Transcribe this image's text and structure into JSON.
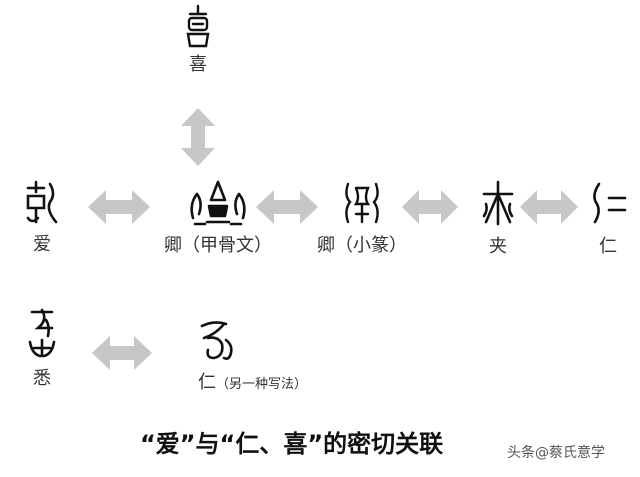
{
  "title": "“爱”与“仁、喜”的密切关联",
  "watermark": "头条@蔡氏意学",
  "nodes": {
    "xi": {
      "label": "喜"
    },
    "ai": {
      "label": "爱"
    },
    "qing_oracle": {
      "label": "卿（甲骨文）"
    },
    "qing_seal": {
      "label": "卿（小篆）"
    },
    "jia": {
      "label": "夹"
    },
    "ren": {
      "label": "仁"
    },
    "ai_alt": {
      "label": "悉"
    },
    "ren_alt": {
      "label": "仁",
      "note": "（另一种写法）"
    }
  },
  "colors": {
    "arrow": "#c7c7c7",
    "glyph": "#111111"
  }
}
